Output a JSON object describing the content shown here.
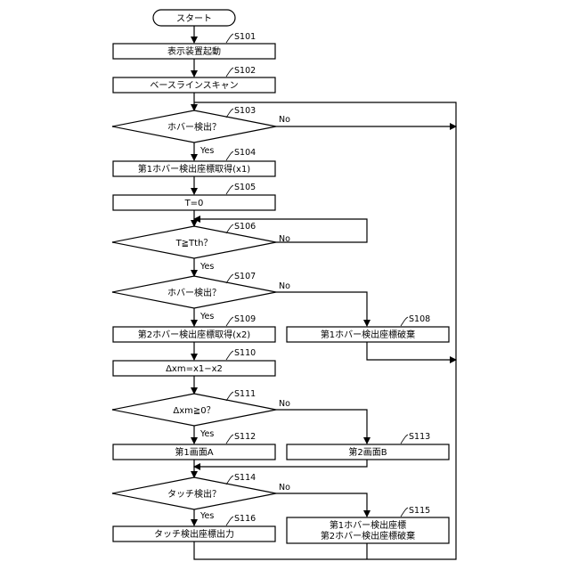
{
  "nodes": {
    "start": "スタート",
    "s101": "表示装置起動",
    "s102": "ベースラインスキャン",
    "s103": "ホバー検出？",
    "s104": "第1ホバー検出座標取得(x1)",
    "s105": "T=0",
    "s106": "T≧Tth？",
    "s107": "ホバー検出？",
    "s108": "第1ホバー検出座標破棄",
    "s109": "第2ホバー検出座標取得(x2)",
    "s110": "Δxm=x1−x2",
    "s111": "Δxm≧0？",
    "s112": "第1画面A",
    "s113": "第2画面B",
    "s114": "タッチ検出？",
    "s115_line1": "第1ホバー検出座標",
    "s115_line2": "第2ホバー検出座標破棄",
    "s116": "タッチ検出座標出力"
  },
  "step_labels": {
    "s101": "S101",
    "s102": "S102",
    "s103": "S103",
    "s104": "S104",
    "s105": "S105",
    "s106": "S106",
    "s107": "S107",
    "s108": "S108",
    "s109": "S109",
    "s110": "S110",
    "s111": "S111",
    "s112": "S112",
    "s113": "S113",
    "s114": "S114",
    "s115": "S115",
    "s116": "S116"
  },
  "edge_labels": {
    "s103_yes": "Yes",
    "s103_no": "No",
    "s106_yes": "Yes",
    "s106_no": "No",
    "s107_yes": "Yes",
    "s107_no": "No",
    "s111_yes": "Yes",
    "s111_no": "No",
    "s114_yes": "Yes",
    "s114_no": "No"
  }
}
